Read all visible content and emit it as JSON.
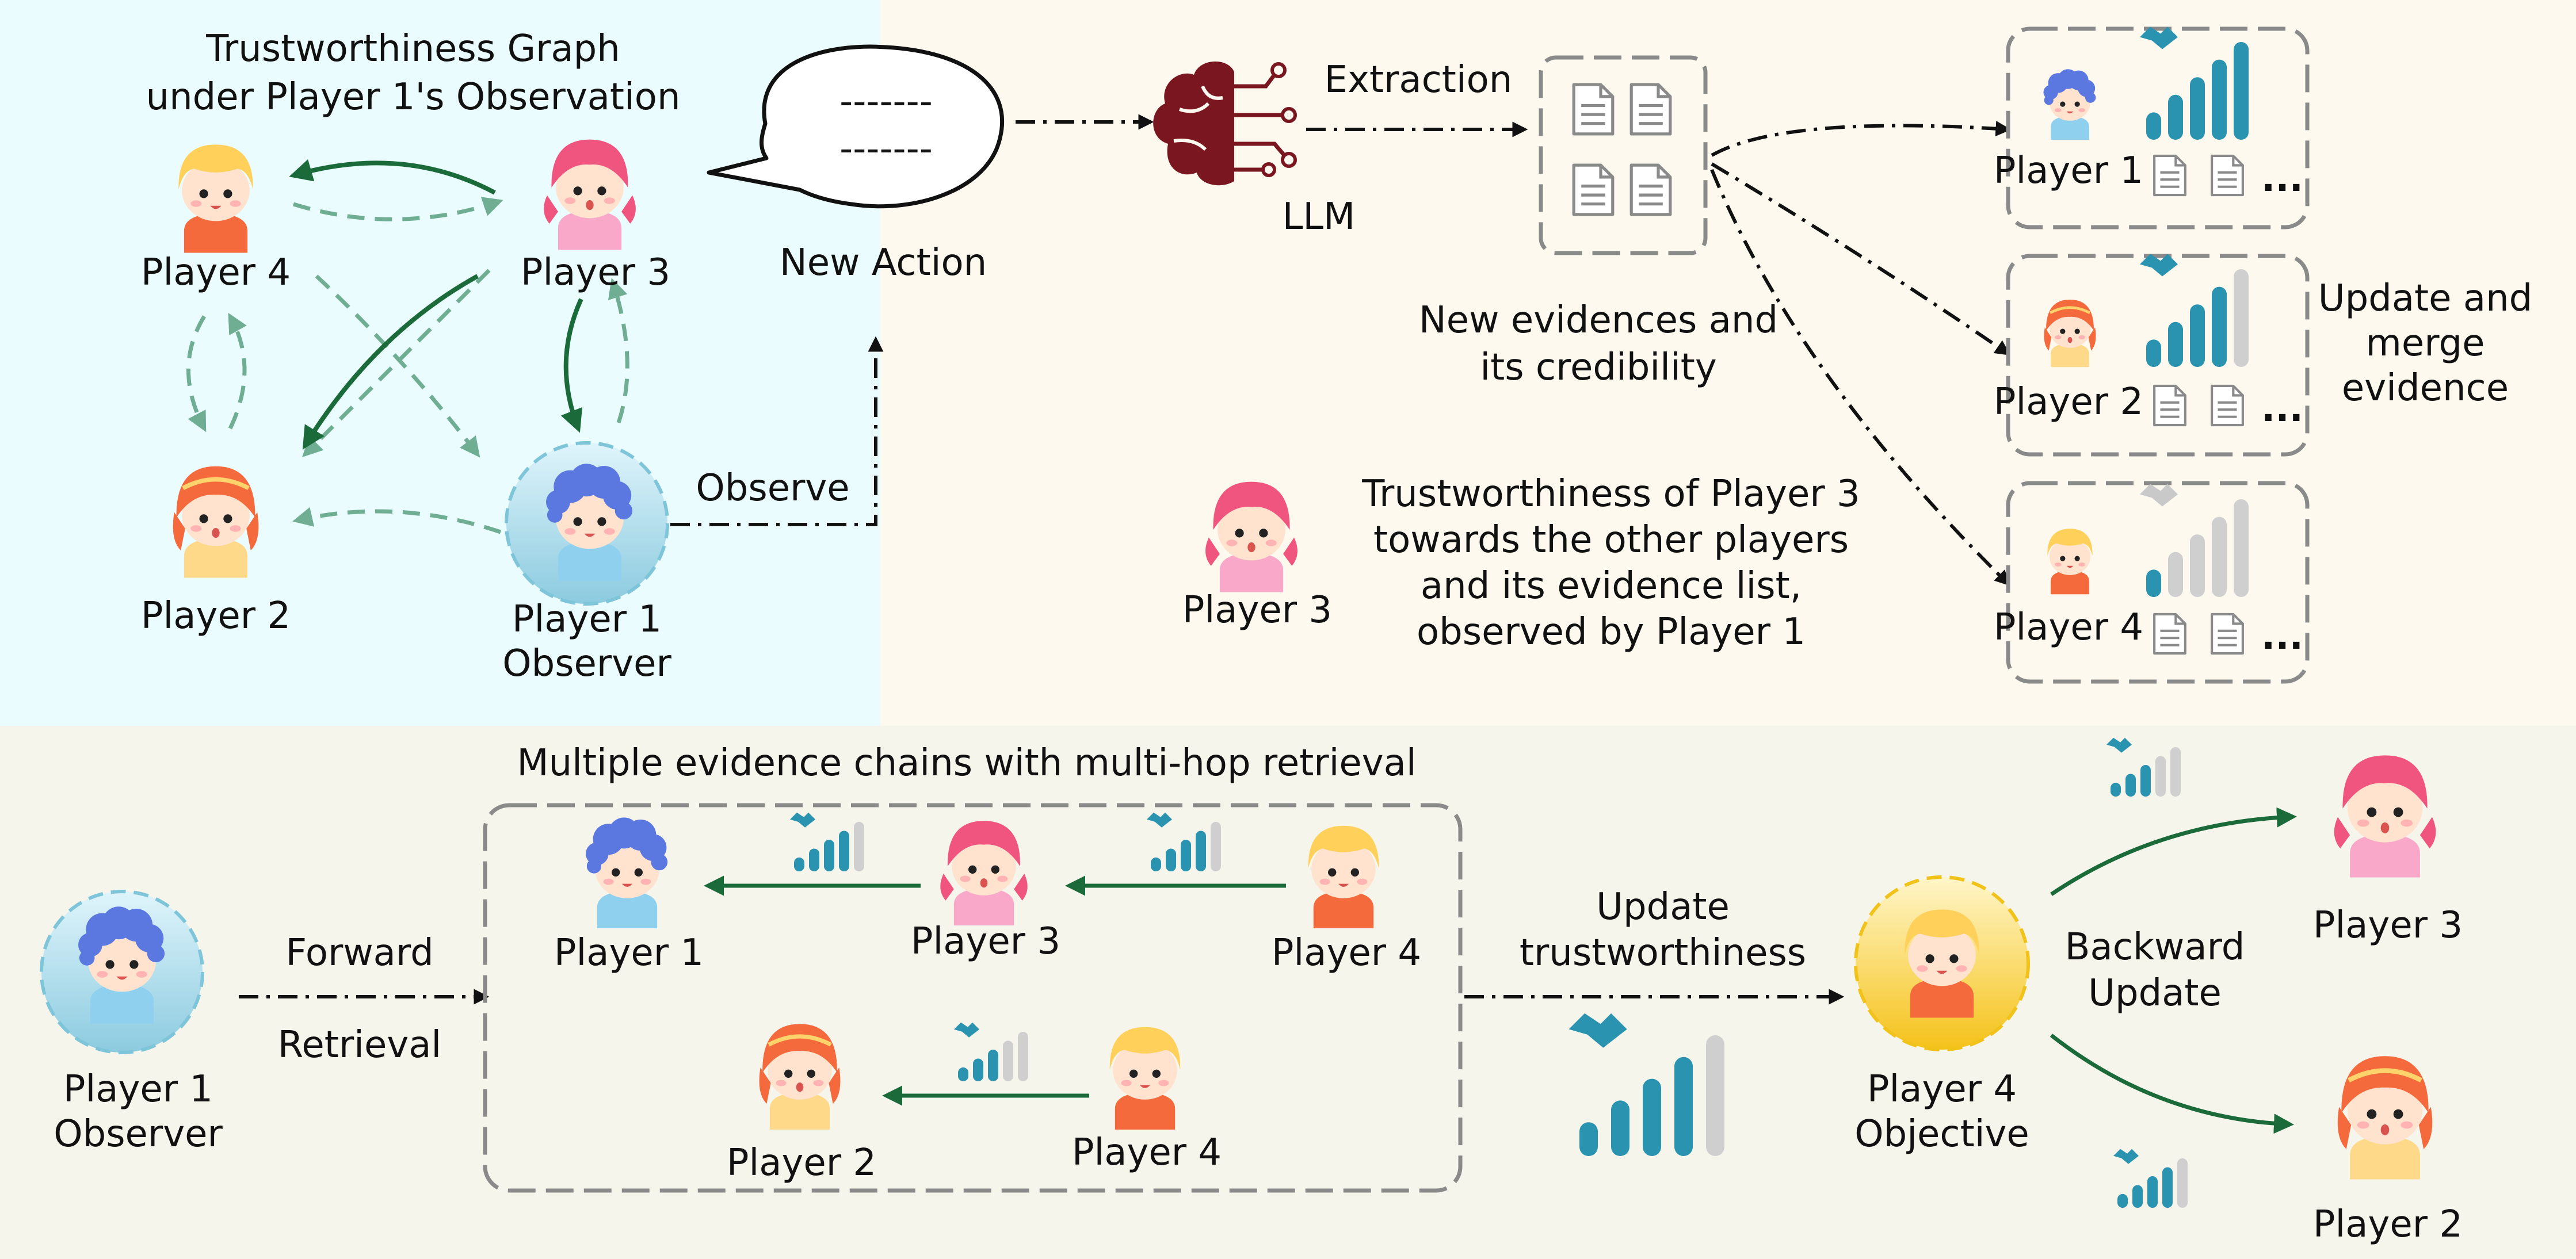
{
  "top_left": {
    "title_line1": "Trustworthiness Graph",
    "title_line2": "under Player 1's Observation",
    "player4": "Player 4",
    "player3": "Player 3",
    "player2": "Player 2",
    "player1_line1": "Player 1",
    "player1_line2": "Observer",
    "observe": "Observe"
  },
  "top_right": {
    "bubble_line1": "-------",
    "bubble_line2": "-------",
    "new_action": "New Action",
    "llm": "LLM",
    "extraction": "Extraction",
    "evidence_caption_line1": "New evidences and",
    "evidence_caption_line2": "its  credibility",
    "player3_label": "Player 3",
    "trust_caption_line1": "Trustworthiness of Player 3",
    "trust_caption_line2": "towards the other players",
    "trust_caption_line3": "and its evidence list,",
    "trust_caption_line4": "observed by Player 1",
    "update_line1": "Update and",
    "update_line2": "merge",
    "update_line3": "evidence",
    "card_player1": "Player 1",
    "card_player2": "Player 2",
    "card_player4": "Player 4",
    "ellipsis": "..."
  },
  "bottom": {
    "chain_title": "Multiple evidence chains with multi-hop retrieval",
    "observer_line1": "Player 1",
    "observer_line2": "Observer",
    "forward": "Forward",
    "retrieval": "Retrieval",
    "chain_player1": "Player 1",
    "chain_player3": "Player 3",
    "chain_player4a": "Player 4",
    "chain_player2": "Player 2",
    "chain_player4b": "Player 4",
    "update_trust_line1": "Update",
    "update_trust_line2": "trustworthiness",
    "objective_line1": "Player 4",
    "objective_line2": "Objective",
    "backward_line1": "Backward",
    "backward_line2": "Update",
    "right_player3": "Player 3",
    "right_player2": "Player 2"
  },
  "colors": {
    "panel_top_left": "#eafcfd",
    "panel_top_right": "#fdf9ee",
    "panel_bottom": "#f6f5ec",
    "solid_arrow": "#1b6b3a",
    "dashed_arrow": "#6fae93",
    "signal_teal": "#2a93b0",
    "signal_grey": "#cfcfcf",
    "brain": "#7a1620"
  }
}
